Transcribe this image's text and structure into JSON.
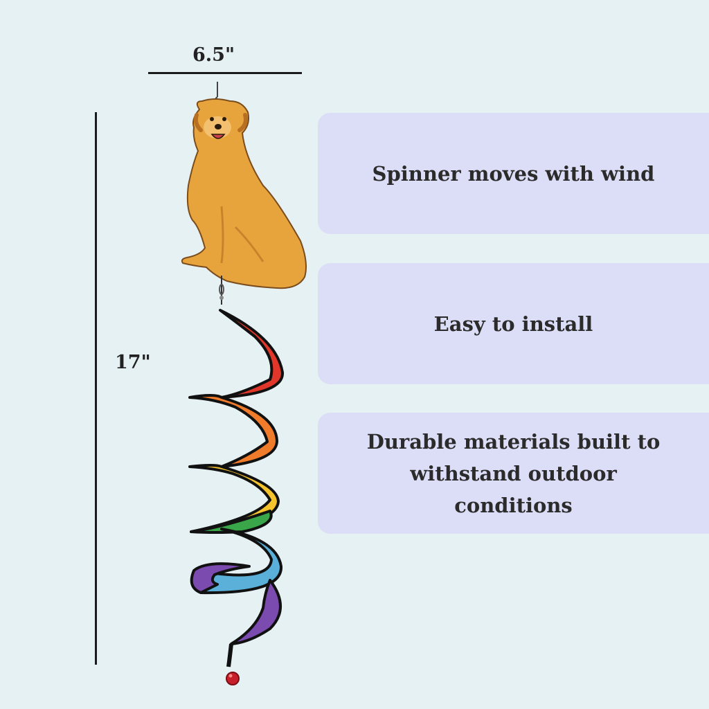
{
  "dimensions": {
    "width_label": "6.5\"",
    "height_label": "17\""
  },
  "features": [
    "Spinner moves with wind",
    "Easy to install",
    "Durable materials built to withstand outdoor conditions"
  ],
  "colors": {
    "background": "#e6f1f3",
    "card": "#dcddf6",
    "text": "#2b2b2b",
    "dog_fur": "#e8a43c",
    "spiral": [
      "#e0372a",
      "#f07b2a",
      "#f5c32c",
      "#3aa64a",
      "#5ab0d8",
      "#7b4bb0"
    ]
  }
}
